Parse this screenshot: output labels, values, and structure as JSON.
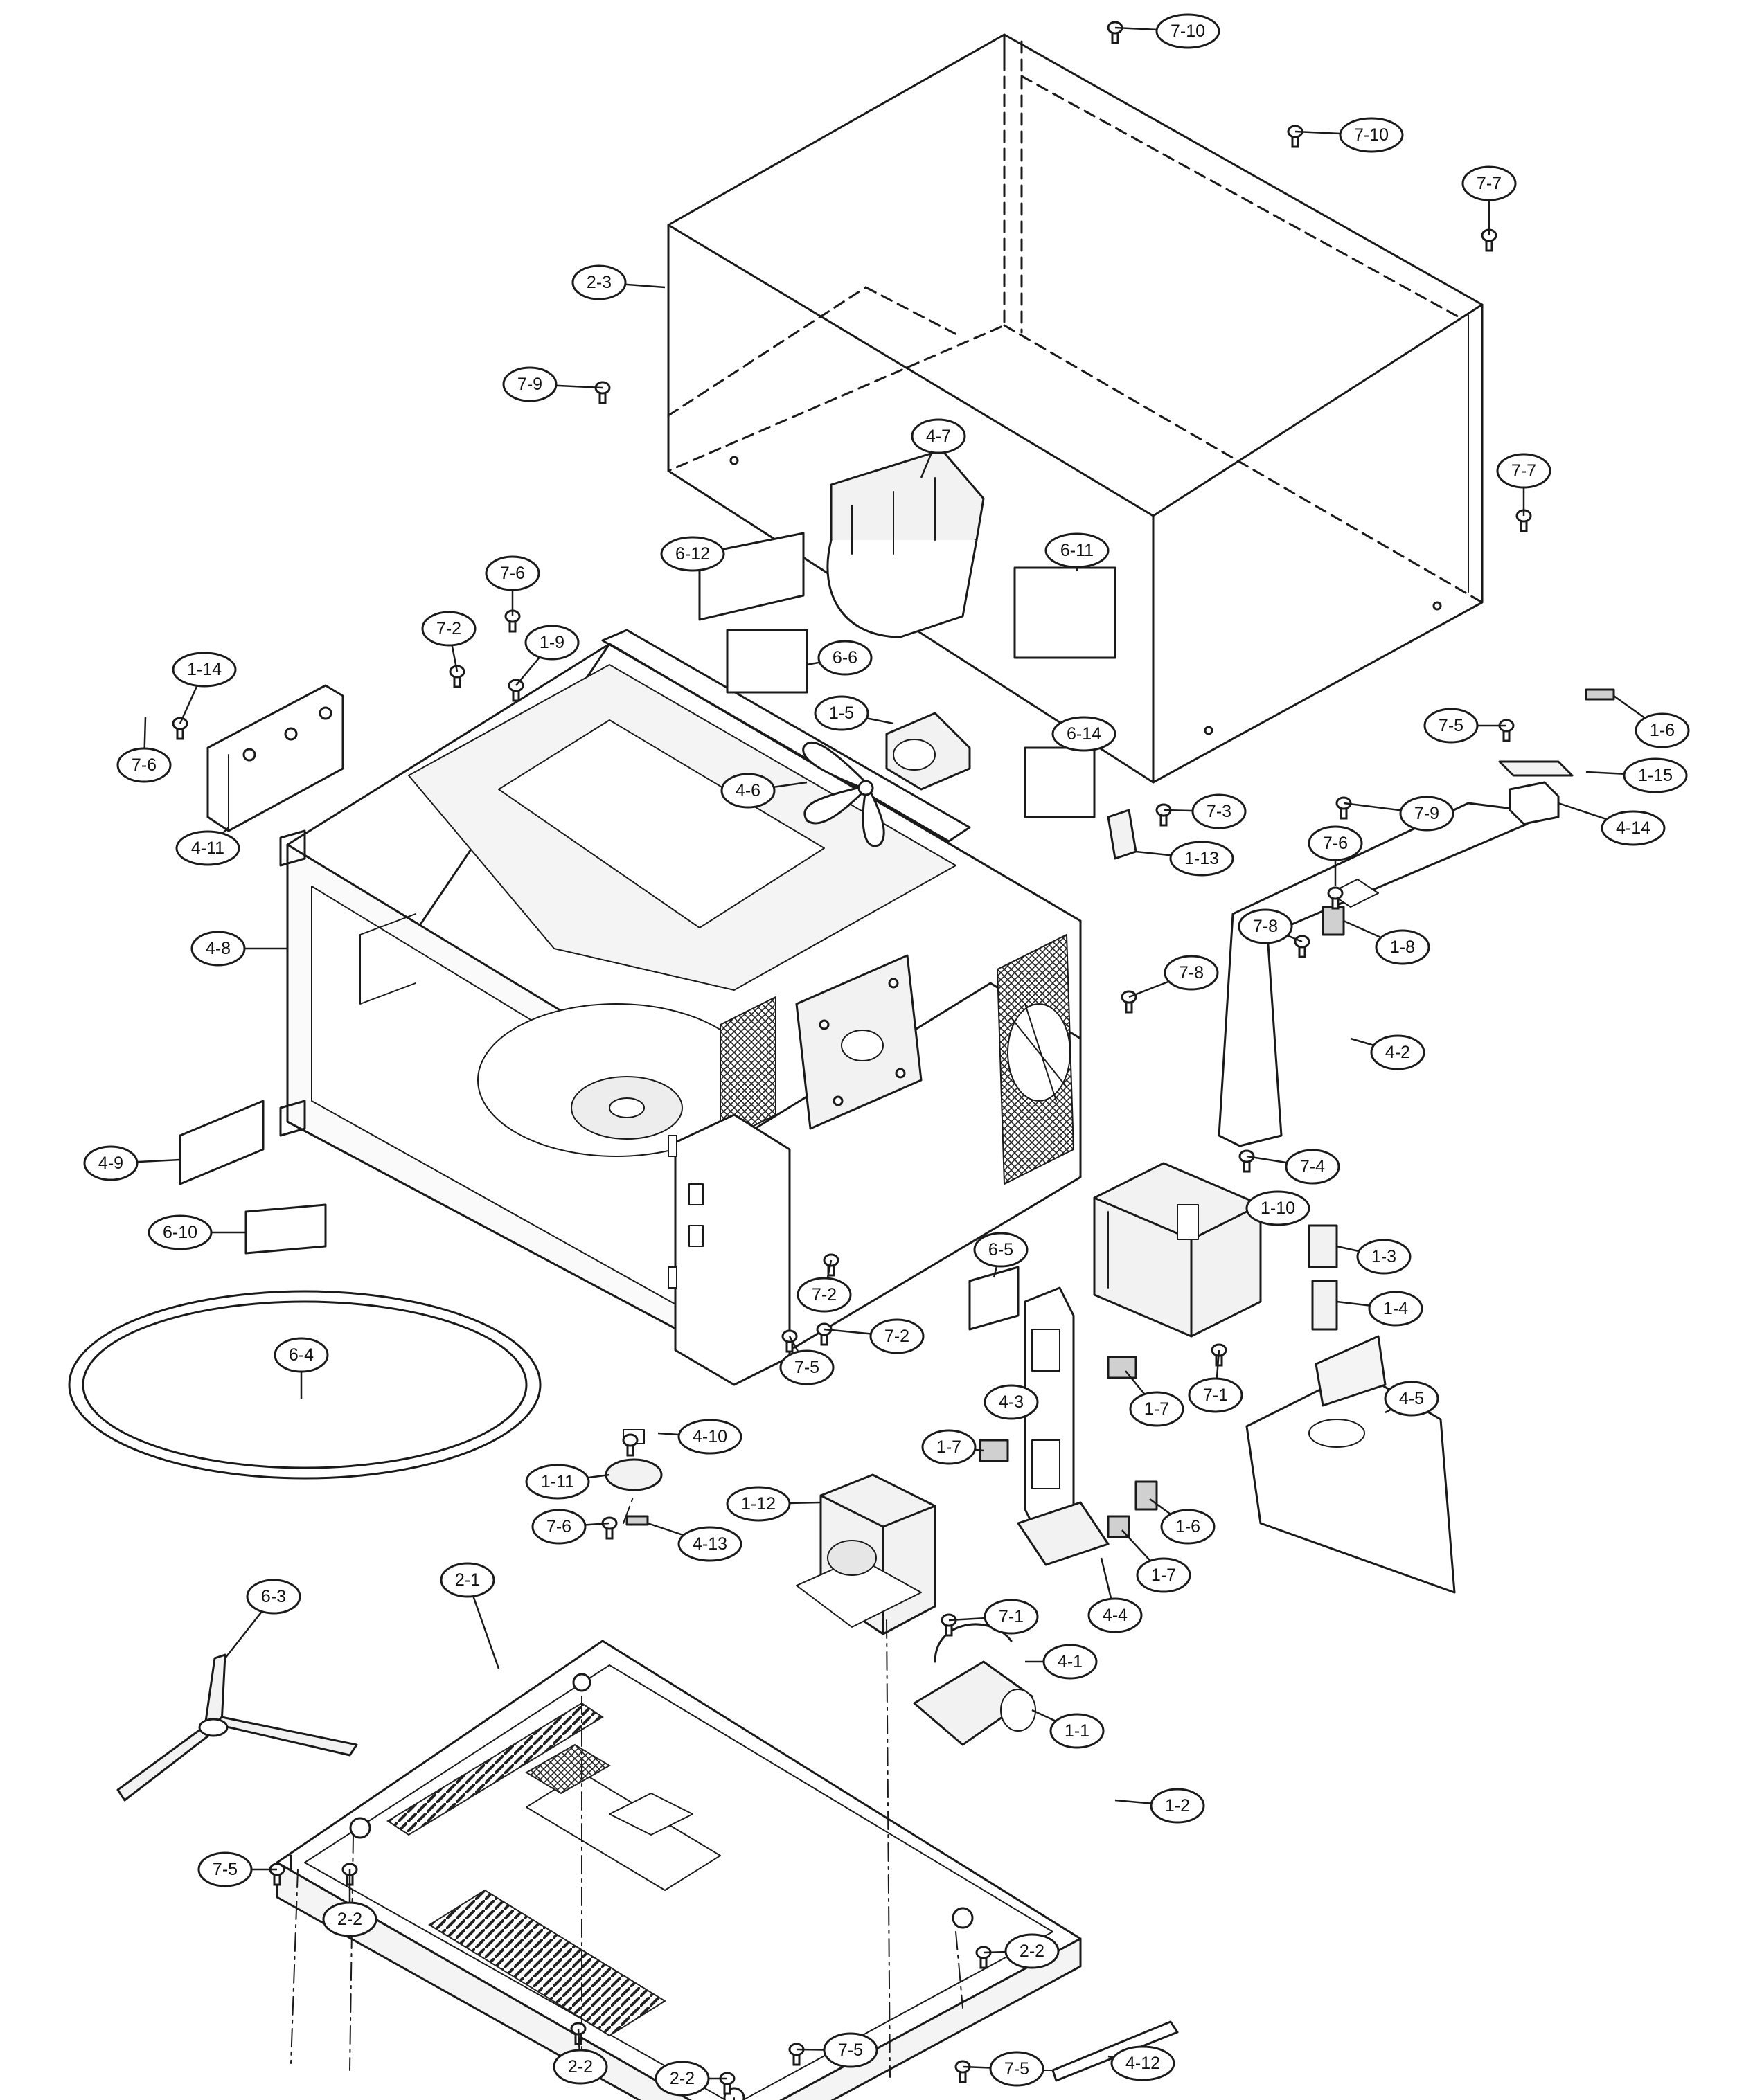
{
  "labels": [
    {
      "id": "7-10",
      "text": "7-10"
    },
    {
      "id": "7-10b",
      "text": "7-10"
    },
    {
      "id": "7-7",
      "text": "7-7"
    },
    {
      "id": "7-7b",
      "text": "7-7"
    },
    {
      "id": "2-3",
      "text": "2-3"
    },
    {
      "id": "7-9",
      "text": "7-9"
    },
    {
      "id": "7-9b",
      "text": "7-9"
    },
    {
      "id": "4-7",
      "text": "4-7"
    },
    {
      "id": "6-12",
      "text": "6-12"
    },
    {
      "id": "6-11",
      "text": "6-11"
    },
    {
      "id": "7-6",
      "text": "7-6"
    },
    {
      "id": "7-2",
      "text": "7-2"
    },
    {
      "id": "1-9",
      "text": "1-9"
    },
    {
      "id": "1-14",
      "text": "1-14"
    },
    {
      "id": "6-6",
      "text": "6-6"
    },
    {
      "id": "1-5",
      "text": "1-5"
    },
    {
      "id": "1-6",
      "text": "1-6"
    },
    {
      "id": "7-5",
      "text": "7-5"
    },
    {
      "id": "1-15",
      "text": "1-15"
    },
    {
      "id": "7-6b",
      "text": "7-6"
    },
    {
      "id": "4-6",
      "text": "4-6"
    },
    {
      "id": "6-14",
      "text": "6-14"
    },
    {
      "id": "4-11",
      "text": "4-11"
    },
    {
      "id": "7-3",
      "text": "7-3"
    },
    {
      "id": "1-13",
      "text": "1-13"
    },
    {
      "id": "4-14",
      "text": "4-14"
    },
    {
      "id": "7-6c",
      "text": "7-6"
    },
    {
      "id": "7-8",
      "text": "7-8"
    },
    {
      "id": "1-8",
      "text": "1-8"
    },
    {
      "id": "4-8",
      "text": "4-8"
    },
    {
      "id": "7-8b",
      "text": "7-8"
    },
    {
      "id": "4-2",
      "text": "4-2"
    },
    {
      "id": "4-9",
      "text": "4-9"
    },
    {
      "id": "7-4",
      "text": "7-4"
    },
    {
      "id": "6-10",
      "text": "6-10"
    },
    {
      "id": "1-10",
      "text": "1-10"
    },
    {
      "id": "6-5",
      "text": "6-5"
    },
    {
      "id": "1-3",
      "text": "1-3"
    },
    {
      "id": "7-2b",
      "text": "7-2"
    },
    {
      "id": "1-4",
      "text": "1-4"
    },
    {
      "id": "6-4",
      "text": "6-4"
    },
    {
      "id": "7-2c",
      "text": "7-2"
    },
    {
      "id": "7-5b",
      "text": "7-5"
    },
    {
      "id": "4-3",
      "text": "4-3"
    },
    {
      "id": "1-7",
      "text": "1-7"
    },
    {
      "id": "7-1",
      "text": "7-1"
    },
    {
      "id": "4-5",
      "text": "4-5"
    },
    {
      "id": "4-10",
      "text": "4-10"
    },
    {
      "id": "1-7b",
      "text": "1-7"
    },
    {
      "id": "1-11",
      "text": "1-11"
    },
    {
      "id": "1-12",
      "text": "1-12"
    },
    {
      "id": "7-6d",
      "text": "7-6"
    },
    {
      "id": "4-13",
      "text": "4-13"
    },
    {
      "id": "1-6b",
      "text": "1-6"
    },
    {
      "id": "1-7c",
      "text": "1-7"
    },
    {
      "id": "2-1",
      "text": "2-1"
    },
    {
      "id": "6-3",
      "text": "6-3"
    },
    {
      "id": "4-4",
      "text": "4-4"
    },
    {
      "id": "7-1b",
      "text": "7-1"
    },
    {
      "id": "4-1",
      "text": "4-1"
    },
    {
      "id": "1-1",
      "text": "1-1"
    },
    {
      "id": "1-2",
      "text": "1-2"
    },
    {
      "id": "7-5c",
      "text": "7-5"
    },
    {
      "id": "2-2",
      "text": "2-2"
    },
    {
      "id": "2-2b",
      "text": "2-2"
    },
    {
      "id": "2-2c",
      "text": "2-2"
    },
    {
      "id": "4-12",
      "text": "4-12"
    },
    {
      "id": "2-2d",
      "text": "2-2"
    },
    {
      "id": "7-5d",
      "text": "7-5"
    },
    {
      "id": "7-5e",
      "text": "7-5"
    }
  ]
}
